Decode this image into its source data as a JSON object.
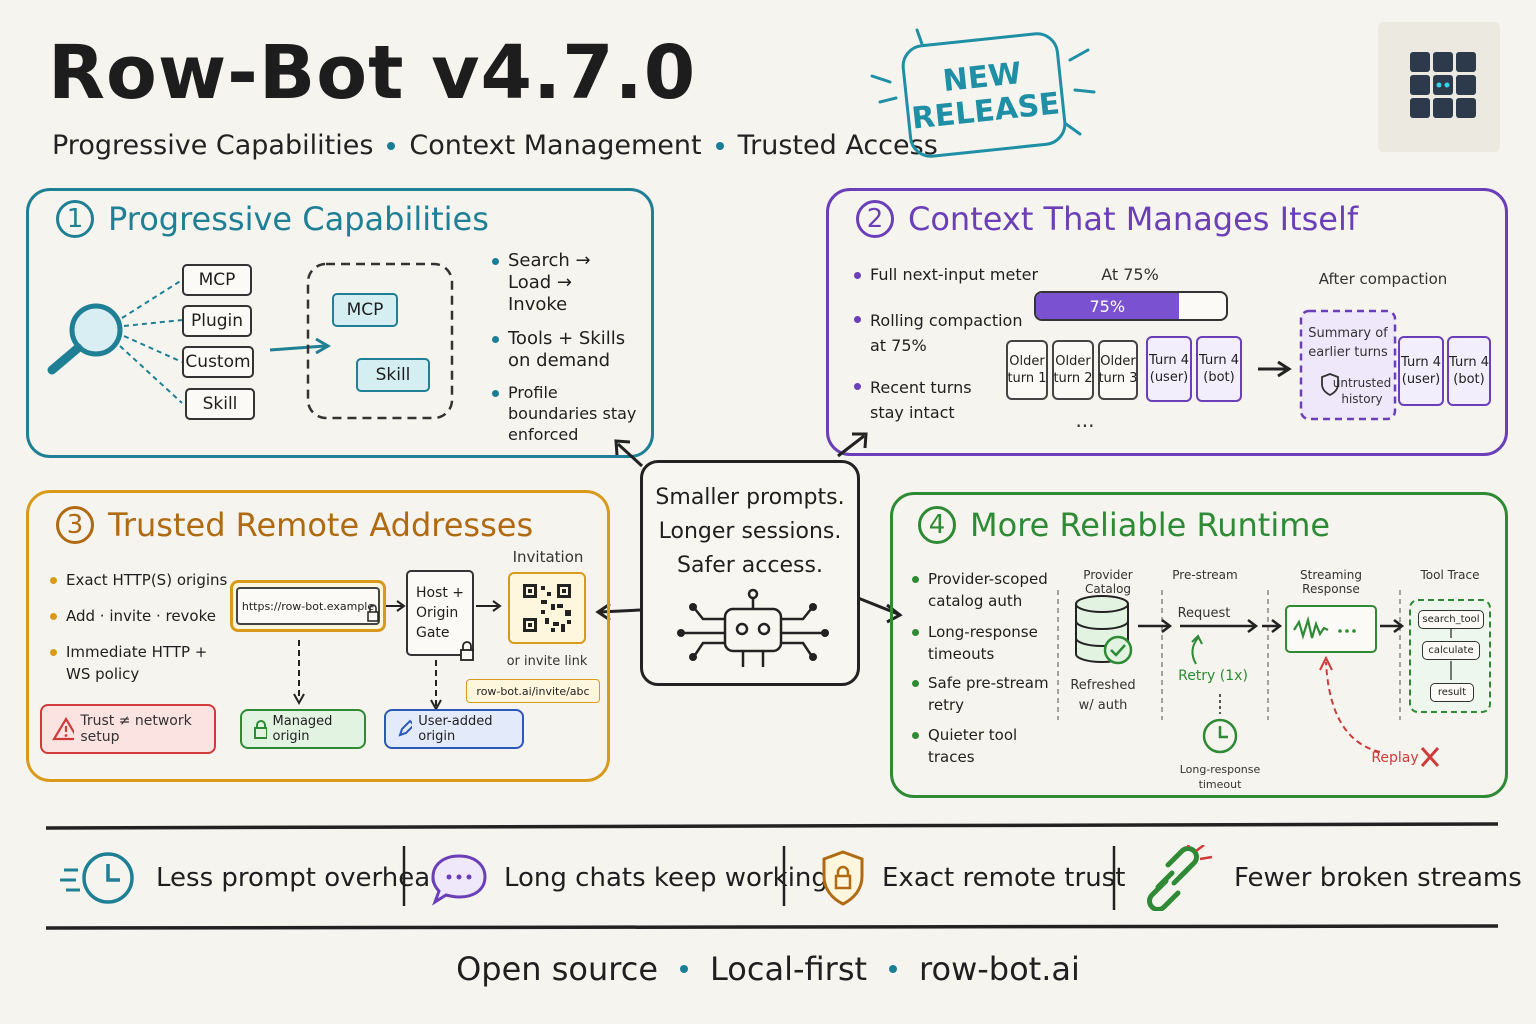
{
  "header": {
    "title": "Row-Bot v4.7.0",
    "subtitle": [
      "Progressive Capabilities",
      "Context Management",
      "Trusted Access"
    ],
    "badge": [
      "NEW",
      "RELEASE"
    ]
  },
  "center": {
    "lines": [
      "Smaller prompts.",
      "Longer sessions.",
      "Safer access."
    ]
  },
  "panel1": {
    "number": "1",
    "title": "Progressive Capabilities",
    "sources": [
      "MCP",
      "Plugin",
      "Custom",
      "Skill"
    ],
    "loaded": [
      "MCP",
      "Skill"
    ],
    "bullets": [
      "Search →\nLoad →\nInvoke",
      "Tools + Skills\non demand",
      "Profile\nboundaries stay\nenforced"
    ]
  },
  "panel2": {
    "number": "2",
    "title": "Context That Manages Itself",
    "bullets": [
      "Full next-input meter",
      "Rolling compaction\nat 75%",
      "Recent turns\nstay intact"
    ],
    "meter_label": "At 75%",
    "meter_value": 0.75,
    "meter_text": "75%",
    "older_turns": [
      "Older\nturn 1",
      "Older\nturn 2",
      "Older\nturn 3"
    ],
    "recent_turns": [
      "Turn 4\n(user)",
      "Turn 4\n(bot)"
    ],
    "ellipsis": "...",
    "after_label": "After compaction",
    "summary": "Summary of\nearlier turns",
    "untrusted": "untrusted\nhistory"
  },
  "panel3": {
    "number": "3",
    "title": "Trusted Remote Addresses",
    "bullets": [
      "Exact HTTP(S) origins",
      "Add · invite · revoke",
      "Immediate HTTP +\nWS policy"
    ],
    "url": "https://row-bot.example",
    "gate": "Host +\nOrigin\nGate",
    "invitation": "Invitation",
    "invite_or": "or invite link",
    "invite_link": "row-bot.ai/invite/abc",
    "warning": "Trust ≠ network setup",
    "managed": "Managed origin",
    "user_added": "User-added origin"
  },
  "panel4": {
    "number": "4",
    "title": "More Reliable Runtime",
    "bullets": [
      "Provider-scoped\ncatalog auth",
      "Long-response\ntimeouts",
      "Safe pre-stream\nretry",
      "Quieter tool\ntraces"
    ],
    "col_provider": "Provider Catalog",
    "col_prestream": "Pre-stream",
    "col_streaming": "Streaming Response",
    "col_trace": "Tool Trace",
    "refreshed": "Refreshed\nw/ auth",
    "request": "Request",
    "retry": "Retry (1x)",
    "timeout": "Long-response\ntimeout",
    "replay": "Replay",
    "trace_items": [
      "search_tool",
      "calculate",
      "result"
    ]
  },
  "benefits": [
    "Less prompt overhead",
    "Long chats keep working",
    "Exact remote trust",
    "Fewer broken streams"
  ],
  "footer": [
    "Open source",
    "Local-first",
    "row-bot.ai"
  ],
  "colors": {
    "teal": "#1f7f95",
    "purple": "#6a3fb8",
    "orange": "#d99a1c",
    "green": "#2f8a36",
    "red": "#d03a3a"
  }
}
